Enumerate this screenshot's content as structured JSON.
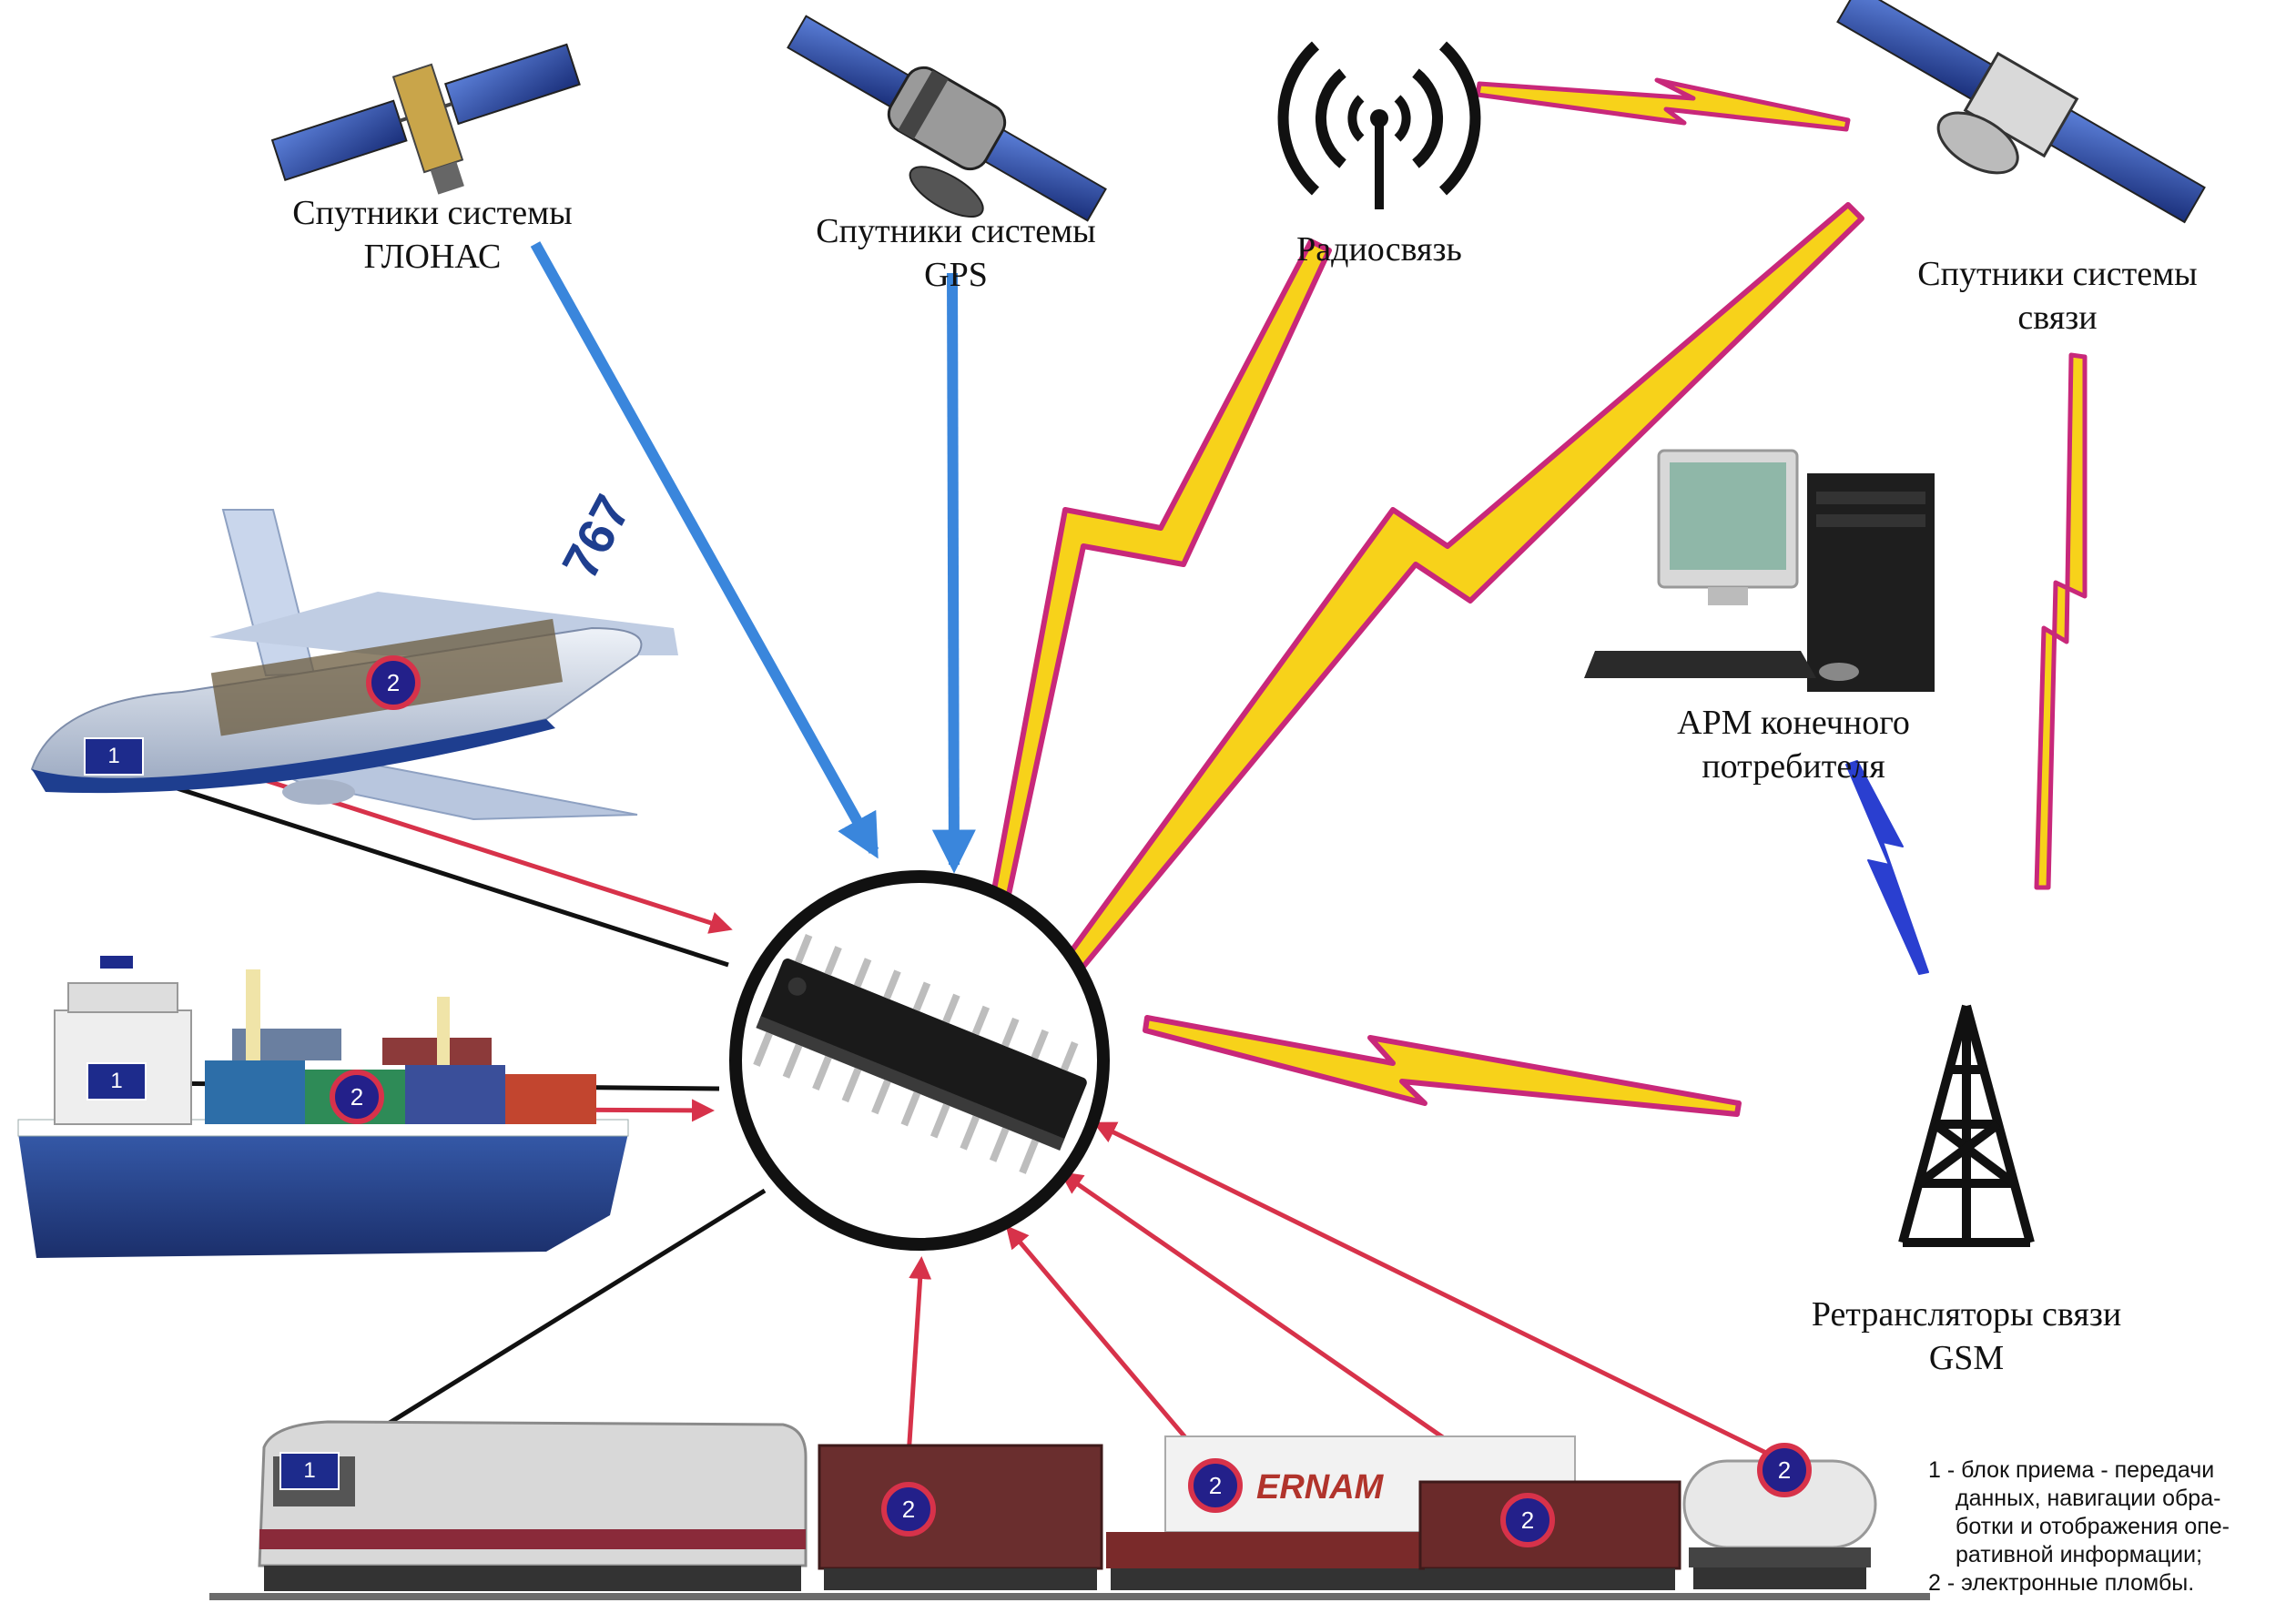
{
  "labels": {
    "glonass": [
      "Спутники системы",
      "ГЛОНАС"
    ],
    "gps": [
      "Спутники системы",
      "GPS"
    ],
    "radio": [
      "Радиосвязь"
    ],
    "comsat": [
      "Спутники системы",
      "связи"
    ],
    "arm": [
      "АРМ конечного",
      "потребителя"
    ],
    "gsm": [
      "Ретрансляторы связи",
      "GSM"
    ]
  },
  "legend": {
    "line1": "1 - блок приема - передачи",
    "line2": "данных, навигации обра-",
    "line3": "ботки и отображения опе-",
    "line4": "ративной информации;",
    "line5": "2 - электронные пломбы."
  },
  "badges": {
    "unit": "1",
    "seal": "2"
  },
  "aircraft_tail_text": "767",
  "wagon_text": "ERNAM",
  "colors": {
    "nav_arrow": "#3a86dc",
    "data_arrow": "#d7324a",
    "link_line": "#111111",
    "lightning_fill": "#f7d21a",
    "lightning_edge": "#c8287a",
    "badge_blue": "#1d2b8c"
  },
  "icons": [
    "satellite-icon",
    "radio-antenna-icon",
    "computer-icon",
    "gsm-tower-icon",
    "microchip-icon",
    "airplane-icon",
    "container-ship-icon",
    "train-icon"
  ]
}
